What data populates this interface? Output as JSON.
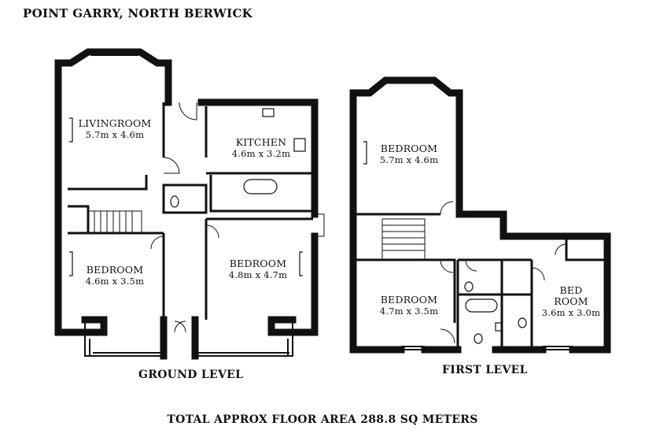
{
  "title": "POINT GARRY, NORTH BERWICK",
  "ground": {
    "level_label": "GROUND LEVEL",
    "rooms": [
      {
        "name": "LIVINGROOM",
        "dims": "5.7m x 4.6m"
      },
      {
        "name": "KITCHEN",
        "dims": "4.6m x 3.2m"
      },
      {
        "name": "BEDROOM",
        "dims": "4.6m x 3.5m"
      },
      {
        "name": "BEDROOM",
        "dims": "4.8m x 4.7m"
      }
    ]
  },
  "first": {
    "level_label": "FIRST LEVEL",
    "rooms": [
      {
        "name": "BEDROOM",
        "dims": "5.7m x 4.6m"
      },
      {
        "name": "BEDROOM",
        "dims": "4.7m x 3.5m"
      },
      {
        "name_line1": "BED",
        "name_line2": "ROOM",
        "dims": "3.6m x 3.0m"
      }
    ]
  },
  "total_area": "TOTAL APPROX FLOOR AREA 288.8 SQ METERS"
}
